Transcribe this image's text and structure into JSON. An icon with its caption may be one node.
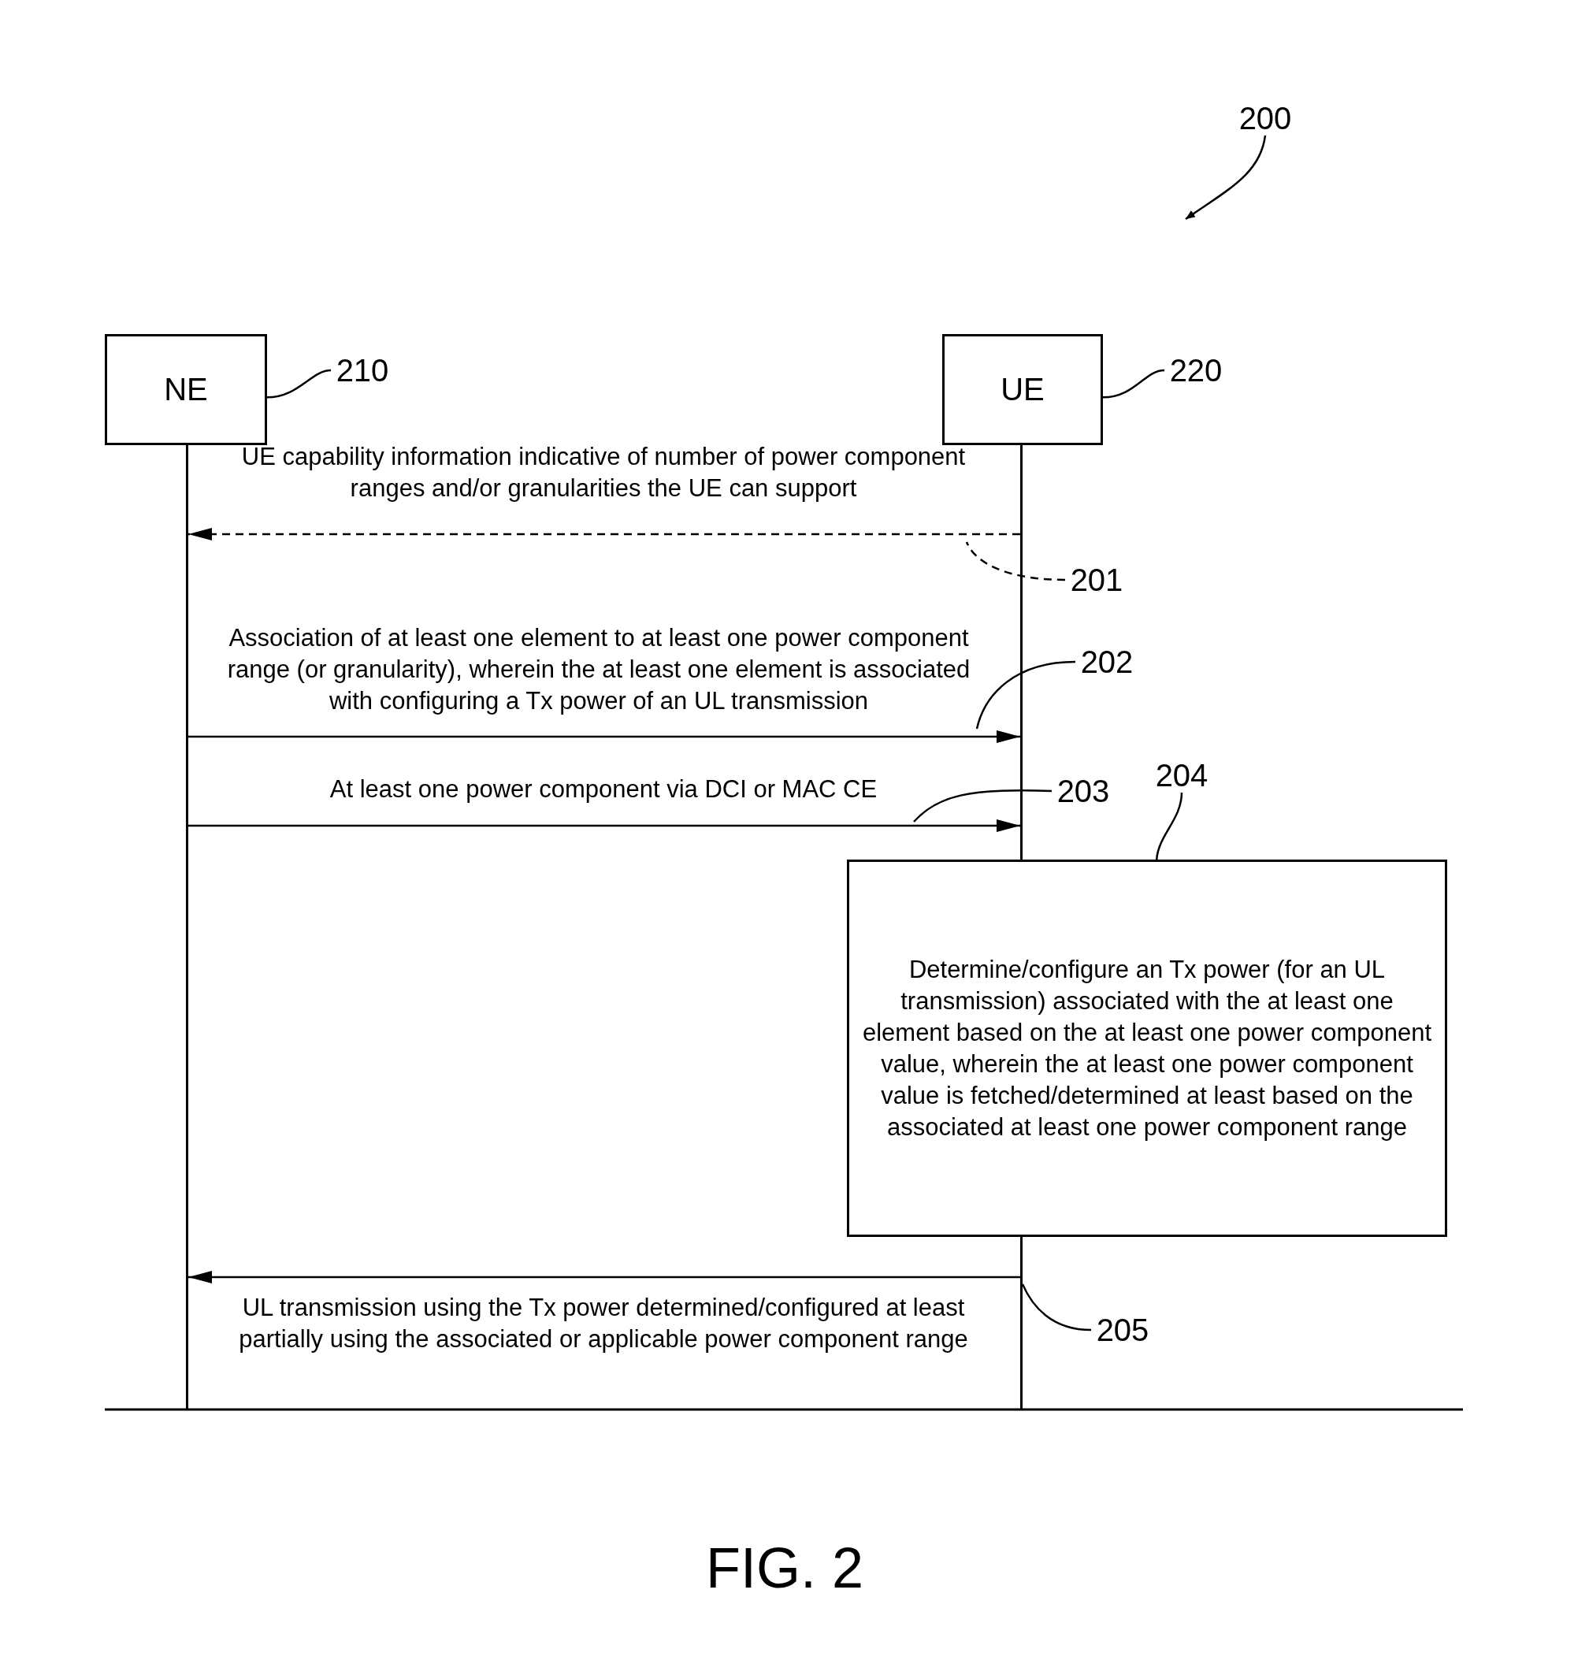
{
  "diagram": {
    "caption": "FIG. 2",
    "nodes": [
      {
        "text": [
          "NE"
        ]
      },
      {
        "text": [
          "210"
        ]
      },
      {
        "text": [
          "UE"
        ]
      },
      {
        "text": [
          "220"
        ]
      },
      {
        "text": [],
        "shape": "bar"
      },
      {
        "text": [],
        "shape": "bar"
      },
      {
        "text": [
          "Determine/configure an Tx power (for an UL transmission) associated with the at least one element based on the at least one power component value, wherein the at least one power component value is fetched/determined at least based on the associated at least one power component range"
        ]
      },
      {
        "text": [
          "204"
        ]
      },
      {
        "text": [
          "200"
        ]
      },
      {
        "text": [
          "201"
        ]
      },
      {
        "text": [
          "202"
        ]
      },
      {
        "text": [
          "203"
        ]
      },
      {
        "text": [
          "205"
        ]
      }
    ],
    "edges": [
      {
        "from": 5,
        "to": 4,
        "arrow": "to",
        "style": "dashed",
        "label": "UE capability information indicative of number of power component ranges and/or granularities the UE can support"
      },
      {
        "from": 4,
        "to": 5,
        "arrow": "to",
        "label": "Association of at least one element to at least one power component range (or granularity), wherein the at least one element is associated with configuring a Tx power of an UL transmission"
      },
      {
        "from": 4,
        "to": 5,
        "arrow": "to",
        "label": "At least one power component via DCI or MAC CE"
      },
      {
        "from": 5,
        "to": 4,
        "arrow": "to",
        "label": "UL transmission using the Tx power determined/configured at least partially using the associated or applicable power component range"
      },
      {
        "from": 1,
        "to": 0,
        "arrow": "none"
      },
      {
        "from": 3,
        "to": 2,
        "arrow": "none"
      },
      {
        "from": 9,
        "to": null,
        "arrow": "none",
        "style": "dashed"
      },
      {
        "from": 10,
        "to": null,
        "arrow": "none"
      },
      {
        "from": 11,
        "to": null,
        "arrow": "none"
      },
      {
        "from": 7,
        "to": 6,
        "arrow": "none"
      },
      {
        "from": 12,
        "to": 5,
        "arrow": "none"
      },
      {
        "from": 8,
        "to": null,
        "arrow": "to"
      }
    ]
  }
}
